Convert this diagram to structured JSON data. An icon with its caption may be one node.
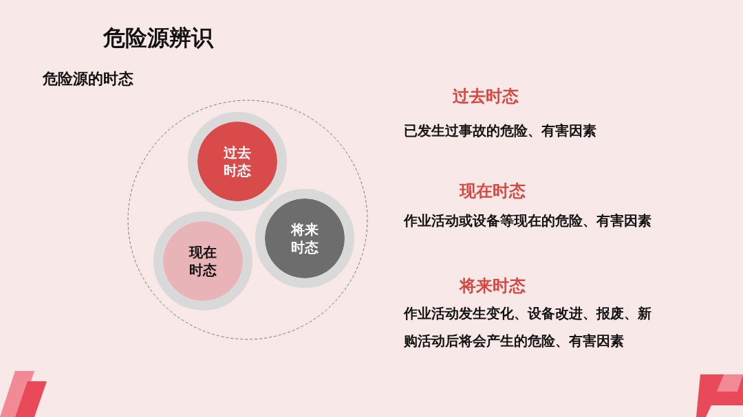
{
  "diagram": {
    "title": "危险源辨识",
    "nodes": [
      {
        "text": [],
        "shape": "circle"
      },
      {
        "text": [
          "过去时态"
        ],
        "in": 0
      },
      {
        "text": [
          "现在时态"
        ],
        "in": 0
      },
      {
        "text": [
          "将来时态"
        ],
        "in": 0
      }
    ],
    "edges": [],
    "labels": [
      "危险源的时态",
      "过去时态",
      "已发生过事故的危险、有害因素",
      "现在时态",
      "作业活动或设备等现在的危险、有害因素",
      "将来时态",
      "作业活动发生变化、设备改进、报废、新购活动后将会产生的危险、有害因素"
    ]
  }
}
